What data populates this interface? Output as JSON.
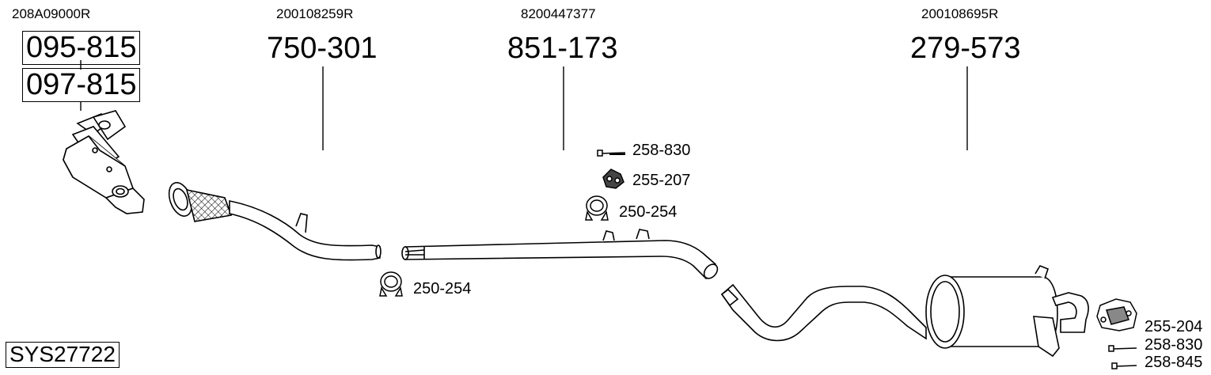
{
  "diagram": {
    "system_code": "SYS27722",
    "sections": [
      {
        "oem": "208A09000R",
        "parts": [
          "095-815",
          "097-815"
        ]
      },
      {
        "oem": "200108259R",
        "parts": [
          "750-301"
        ]
      },
      {
        "oem": "8200447377",
        "parts": [
          "851-173"
        ]
      },
      {
        "oem": "200108695R",
        "parts": [
          "279-573"
        ]
      }
    ],
    "accessories": {
      "a1": "258-830",
      "a2": "255-207",
      "a3": "250-254",
      "a4": "250-254",
      "a5": "255-204",
      "a6": "258-830",
      "a7": "258-845"
    }
  }
}
